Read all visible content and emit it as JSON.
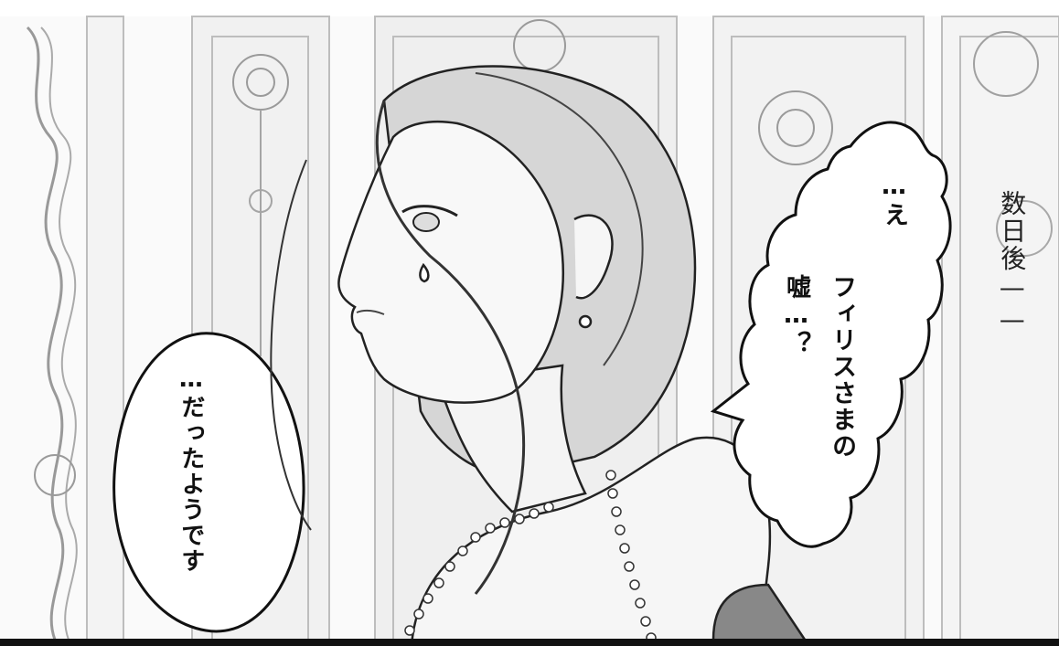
{
  "bubble_left": {
    "text": "…だったようです"
  },
  "bubble_right": {
    "line1": "…え",
    "line2": "フィリスさまの",
    "line3": "嘘…？"
  },
  "narration": {
    "text": "数日後——"
  }
}
